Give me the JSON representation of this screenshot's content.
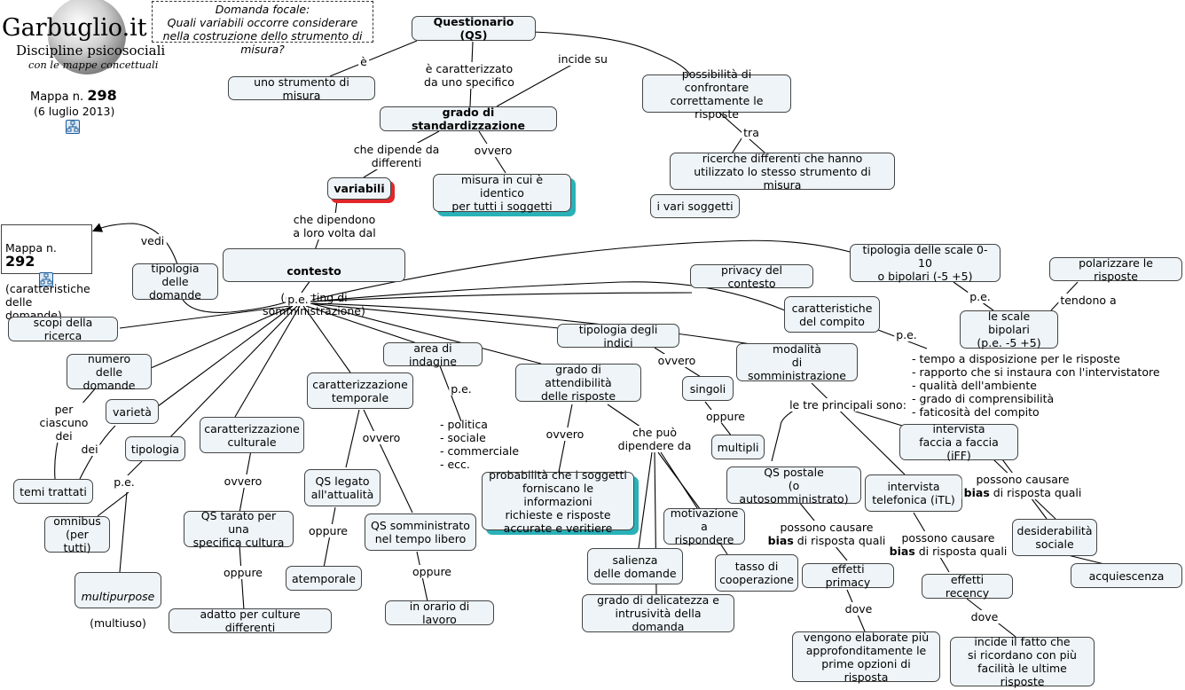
{
  "header": {
    "site": "Garbuglio.it",
    "tagline1": "Discipline psicosociali",
    "tagline2": "con le mappe concettuali",
    "map_label": "Mappa n.",
    "map_number": "298",
    "map_date": "(6 luglio 2013)",
    "map_icon": "concept-map-icon"
  },
  "focal": {
    "title": "Domanda focale:",
    "question": "Quali variabili occorre considerare nella costruzione dello strumento di misura?"
  },
  "ref_map": {
    "label": "Mappa n.",
    "number": "292",
    "desc": "(caratteristiche delle domande)",
    "icon": "concept-map-icon"
  },
  "nodes": {
    "questionario": "Questionario (QS)",
    "strumento": "uno strumento di misura",
    "grado_std": "grado di standardizzazione",
    "possibilita": "possibilità di confrontare\ncorrettamente le risposte",
    "ricerche": "ricerche differenti che hanno\nutilizzato lo stesso strumento di misura",
    "vari_soggetti": "i vari soggetti",
    "variabili": "variabili",
    "misura_identico": "misura in cui è identico\nper tutti i soggetti",
    "contesto_title": "contesto",
    "contesto_sub": "(o setting di somministrazione)",
    "tipologia_domande": "tipologia delle\ndomande",
    "privacy": "privacy del contesto",
    "scale_010": "tipologia delle scale 0-10\no bipolari (-5 +5)",
    "polarizzare": "polarizzare le risposte",
    "scale_bipolari": "le scale bipolari\n(p.e. -5 +5)",
    "caratteristiche_compito": "caratteristiche\ndel compito",
    "scopi": "scopi della ricerca",
    "numero_domande": "numero delle\ndomande",
    "varieta": "varietà",
    "tipologia": "tipologia",
    "temi": "temi trattati",
    "omnibus": "omnibus\n(per tutti)",
    "multipurpose": "multipurpose",
    "multiuso": "(multiuso)",
    "car_culturale": "caratterizzazione\nculturale",
    "tarato": "QS tarato per una\nspecifica cultura",
    "adatto": "adatto per culture differenti",
    "car_temporale": "caratterizzazione\ntemporale",
    "attualita": "QS legato\nall'attualità",
    "atemporale": "atemporale",
    "tempo_libero": "QS somministrato\nnel tempo libero",
    "orario": "in orario di lavoro",
    "area": "area di indagine",
    "tipologia_indici": "tipologia degli indici",
    "singoli": "singoli",
    "multipli": "multipli",
    "attendibilita": "grado di attendibilità\ndelle risposte",
    "probabilita": "probabilità che i soggetti\nforniscano le informazioni\nrichieste e risposte\naccurate e veritiere",
    "motivazione": "motivazione\na rispondere",
    "tasso": "tasso di\ncooperazione",
    "salienza": "salienza\ndelle domande",
    "delicatezza": "grado di delicatezza e\nintrusività della domanda",
    "modalita": "modalità\ndi somministrazione",
    "qs_postale": "QS postale\n(o autosomministrato)",
    "intervista_ff": "intervista\nfaccia a faccia (iFF)",
    "intervista_tl": "intervista\ntelefonica (iTL)",
    "desiderabilita": "desiderabilità\nsociale",
    "acquiescenza": "acquiescenza",
    "primacy": "effetti primacy",
    "recency": "effetti recency",
    "elaborate": "vengono elaborate più\napprofonditamente le\nprime opzioni di risposta",
    "ricordano": "incide il fatto che\nsi ricordano con più\nfacilità le ultime risposte"
  },
  "lists": {
    "area_items": "- politica\n- sociale\n- commerciale\n- ecc.",
    "compito_items": "- tempo a disposizione per le risposte\n- rapporto che si instaura con l'intervistatore\n- qualità dell'ambiente\n- grado di comprensibilità\n- faticosità del compito"
  },
  "links": {
    "e": "è",
    "caratterizzato": "è caratterizzato\nda uno specifico",
    "incide_su": "incide su",
    "tra": "tra",
    "dipende_da": "che dipende da\ndifferenti",
    "ovvero_std": "ovvero",
    "dipendono": "che dipendono\na loro volta dal",
    "vedi": "vedi",
    "pe_main": "p.e.",
    "pe_scale": "p.e.",
    "tendono": "tendono a",
    "pe_compito": "p.e.",
    "per_ciascuno": "per\nciascuno\ndei",
    "dei": "dei",
    "pe_tipologia": "p.e.",
    "ovvero_cult": "ovvero",
    "oppure_cult": "oppure",
    "ovvero_temp": "ovvero",
    "oppure_att": "oppure",
    "oppure_lib": "oppure",
    "pe_area": "p.e.",
    "ovvero_ind": "ovvero",
    "oppure_ind": "oppure",
    "ovvero_att": "ovvero",
    "che_puo": "che può\ndipendere da",
    "tre_principali": "le tre principali sono:",
    "causare": "possono causare",
    "bias": "bias",
    "di_risposta": " di risposta quali",
    "dove": "dove"
  }
}
